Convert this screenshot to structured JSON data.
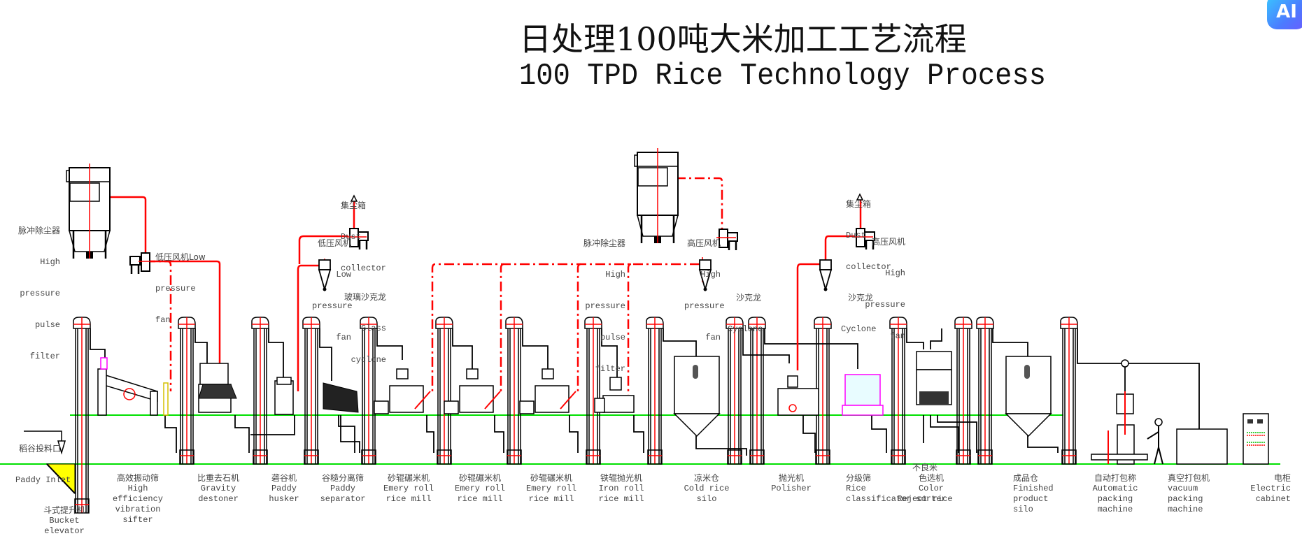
{
  "title": {
    "cn": "日处理100吨大米加工工艺流程",
    "en": "100 TPD Rice Technology Process"
  },
  "badge": {
    "label": "AI",
    "icon": "ai-assistant-icon"
  },
  "colors": {
    "air_duct": "#ff0000",
    "floor_line": "#00e000",
    "equipment_outline": "#000000",
    "pit_fill": "#ffff00",
    "classifier": "#ff00ff",
    "classifier_body": "#00e5ff",
    "badge_gradient_start": "#38c8ff",
    "badge_gradient_end": "#6a5cff"
  },
  "labels": {
    "paddy_inlet": {
      "cn": "稻谷投料口",
      "en": "Paddy Inlet"
    },
    "pulse_filter_1": {
      "cn": "脉冲除尘器",
      "en": [
        "High",
        "pressure",
        "pulse",
        "filter"
      ]
    },
    "low_fan_1": {
      "cn": "低压风机Low",
      "en": [
        "pressure",
        "fan"
      ]
    },
    "dust_collector_1": {
      "cn": "集尘箱",
      "en": [
        "Dust",
        "collector"
      ]
    },
    "low_fan_2": {
      "cn": "低压风机",
      "en": [
        "Low",
        "pressure",
        "fan"
      ]
    },
    "glass_cyclone": {
      "cn": "玻璃沙克龙",
      "en": [
        "Glass",
        "cyclone"
      ]
    },
    "pulse_filter_2": {
      "cn": "脉冲除尘器",
      "en": [
        "High",
        "pressure",
        "pulse",
        "filter"
      ]
    },
    "high_fan_1": {
      "cn": "高压风机",
      "en": [
        "High",
        "pressure",
        "fan"
      ]
    },
    "cyclone_1": {
      "cn": "沙克龙",
      "en": [
        "Cyclone"
      ]
    },
    "dust_collector_2": {
      "cn": "集尘箱",
      "en": [
        "Dust",
        "collector"
      ]
    },
    "high_fan_2": {
      "cn": "高压风机",
      "en": [
        "High",
        "pressure",
        "fan"
      ]
    },
    "cyclone_2": {
      "cn": "沙克龙",
      "en": [
        "Cyclone"
      ]
    },
    "reject_rice": {
      "cn": "不良米",
      "en": "Reject rice"
    }
  },
  "equipment": [
    {
      "id": "bucket-elevator",
      "cn": "斗式提升机",
      "en": [
        "Bucket",
        "elevator"
      ]
    },
    {
      "id": "vibration-sifter",
      "cn": "高效振动筛",
      "en": [
        "High",
        "efficiency",
        "vibration",
        "sifter"
      ]
    },
    {
      "id": "gravity-destoner",
      "cn": "比重去石机",
      "en": [
        "Gravity",
        "destoner"
      ]
    },
    {
      "id": "paddy-husker",
      "cn": "砻谷机",
      "en": [
        "Paddy",
        "husker"
      ]
    },
    {
      "id": "paddy-separator",
      "cn": "谷糙分离筛",
      "en": [
        "Paddy",
        "separator"
      ]
    },
    {
      "id": "emery-mill-1",
      "cn": "砂辊碾米机",
      "en": [
        "Emery roll",
        "rice mill"
      ]
    },
    {
      "id": "emery-mill-2",
      "cn": "砂辊碾米机",
      "en": [
        "Emery roll",
        "rice mill"
      ]
    },
    {
      "id": "emery-mill-3",
      "cn": "砂辊碾米机",
      "en": [
        "Emery roll",
        "rice mill"
      ]
    },
    {
      "id": "iron-roll-mill",
      "cn": "铁辊抛光机",
      "en": [
        "Iron roll",
        "rice mill"
      ]
    },
    {
      "id": "cold-rice-silo",
      "cn": "凉米仓",
      "en": [
        "Cold rice",
        "silo"
      ]
    },
    {
      "id": "polisher",
      "cn": "抛光机",
      "en": [
        "Polisher"
      ]
    },
    {
      "id": "rice-classificator",
      "cn": "分级筛",
      "en": [
        "Rice",
        "classificator"
      ]
    },
    {
      "id": "color-sorter",
      "cn": "色选机",
      "en": [
        "Color",
        "sorter"
      ]
    },
    {
      "id": "finished-product-silo",
      "cn": "成品仓",
      "en": [
        "Finished",
        "product",
        "silo"
      ]
    },
    {
      "id": "automatic-packing-machine",
      "cn": "自动打包称",
      "en": [
        "Automatic",
        "packing",
        "machine"
      ]
    },
    {
      "id": "vacuum-packing-machine",
      "cn": "真空打包机",
      "en": [
        "vacuum",
        "packing",
        "machine"
      ]
    },
    {
      "id": "electric-cabinet",
      "cn": "电柜",
      "en": [
        "Electric",
        "cabinet"
      ]
    }
  ]
}
